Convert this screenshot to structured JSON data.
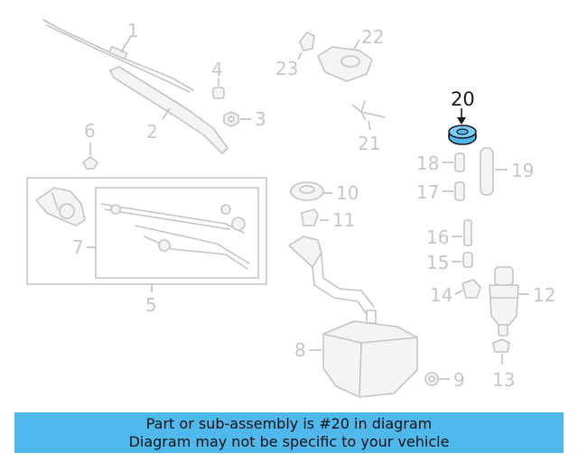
{
  "callouts": {
    "c1": "1",
    "c2": "2",
    "c3": "3",
    "c4": "4",
    "c5": "5",
    "c6": "6",
    "c7": "7",
    "c8": "8",
    "c9": "9",
    "c10": "10",
    "c11": "11",
    "c12": "12",
    "c13": "13",
    "c14": "14",
    "c15": "15",
    "c16": "16",
    "c17": "17",
    "c18": "18",
    "c19": "19",
    "c20": "20",
    "c21": "21",
    "c22": "22",
    "c23": "23"
  },
  "highlight": {
    "part": "20",
    "color": "#4fb8ec"
  },
  "banner": {
    "line1": "Part or sub-assembly is #20 in diagram",
    "line2": "Diagram may not be specific to your vehicle",
    "background": "#4fb8ec"
  }
}
